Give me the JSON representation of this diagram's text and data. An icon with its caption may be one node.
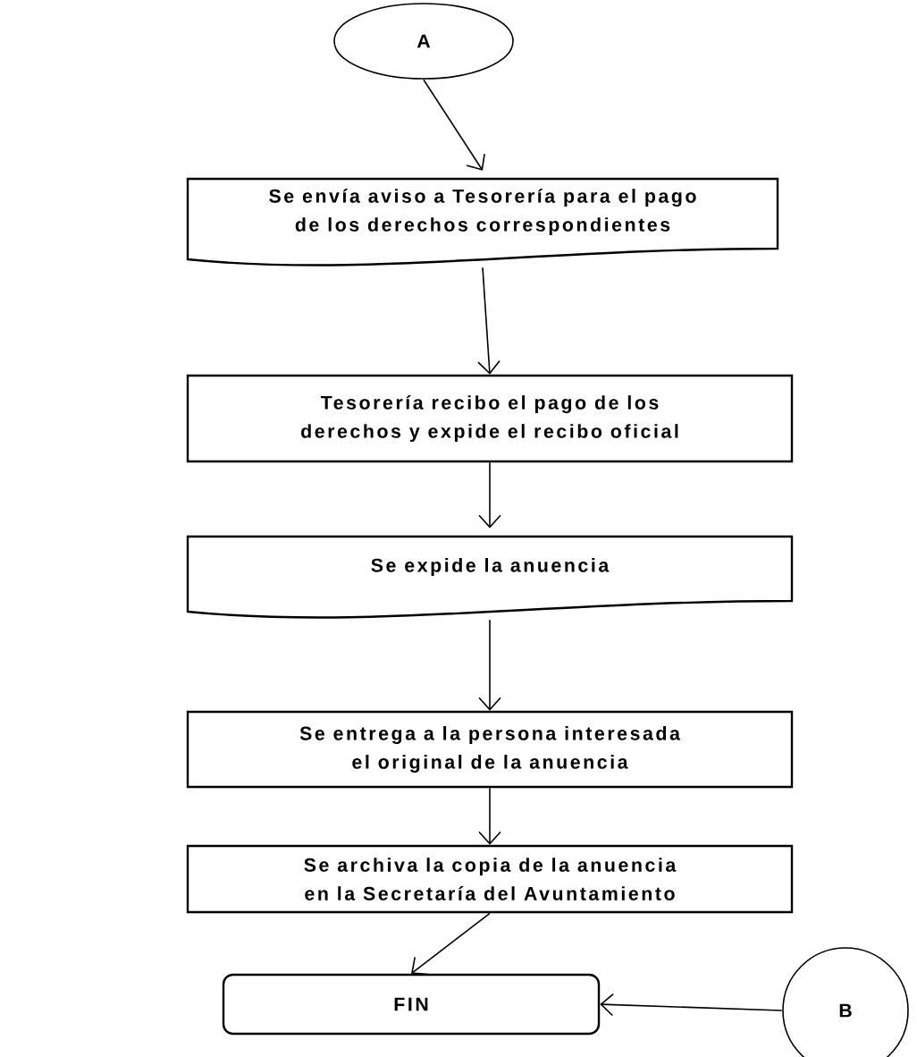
{
  "diagram": {
    "nodes": [
      {
        "text": [
          "A"
        ]
      },
      {
        "text": [
          "Se envía aviso a Tesorería para el pago de los derechos correspondientes"
        ]
      },
      {
        "text": [
          "Tesorería recibo el pago de los derechos y expide el recibo oficial"
        ]
      },
      {
        "text": [
          "Se expide la anuencia"
        ]
      },
      {
        "text": [
          "Se entrega a la persona interesada el original de la anuencia"
        ]
      },
      {
        "text": [
          "Se archiva la copia de la anuencia en la Secretaría del Avuntamiento"
        ]
      },
      {
        "text": [
          "FIN"
        ]
      },
      {
        "text": [
          "B"
        ]
      }
    ],
    "edges": [
      {
        "from": 0,
        "to": 1,
        "arrow": "to"
      },
      {
        "from": 1,
        "to": 2,
        "arrow": "to"
      },
      {
        "from": 2,
        "to": 3,
        "arrow": "to"
      },
      {
        "from": 3,
        "to": 4,
        "arrow": "to"
      },
      {
        "from": 4,
        "to": 5,
        "arrow": "to"
      },
      {
        "from": 5,
        "to": 6,
        "arrow": "to"
      },
      {
        "from": 7,
        "to": 6,
        "arrow": "to"
      }
    ]
  }
}
